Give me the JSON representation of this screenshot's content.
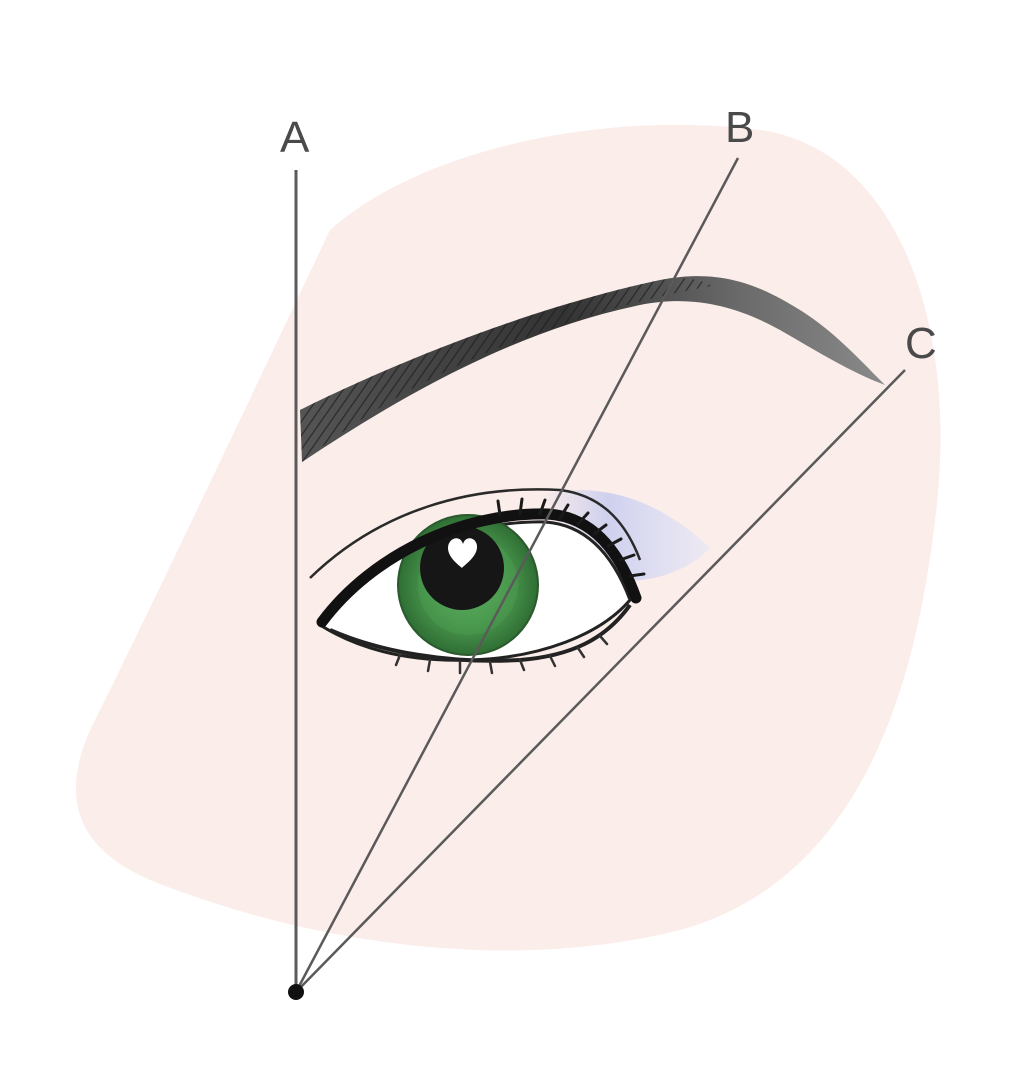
{
  "labels": {
    "a": "A",
    "b": "B",
    "c": "C"
  },
  "colors": {
    "skin_blob": "#fbede9",
    "brow": "#3a3a3a",
    "guide_line": "#5a5a5a",
    "iris": "#4c9a4f",
    "iris_dark": "#2f6e34",
    "pupil": "#161616",
    "eyeshadow": "#c9cdef",
    "lash_line": "#1a1a1a"
  },
  "icons": {
    "eye": "eye-icon",
    "eyebrow": "eyebrow-icon"
  }
}
